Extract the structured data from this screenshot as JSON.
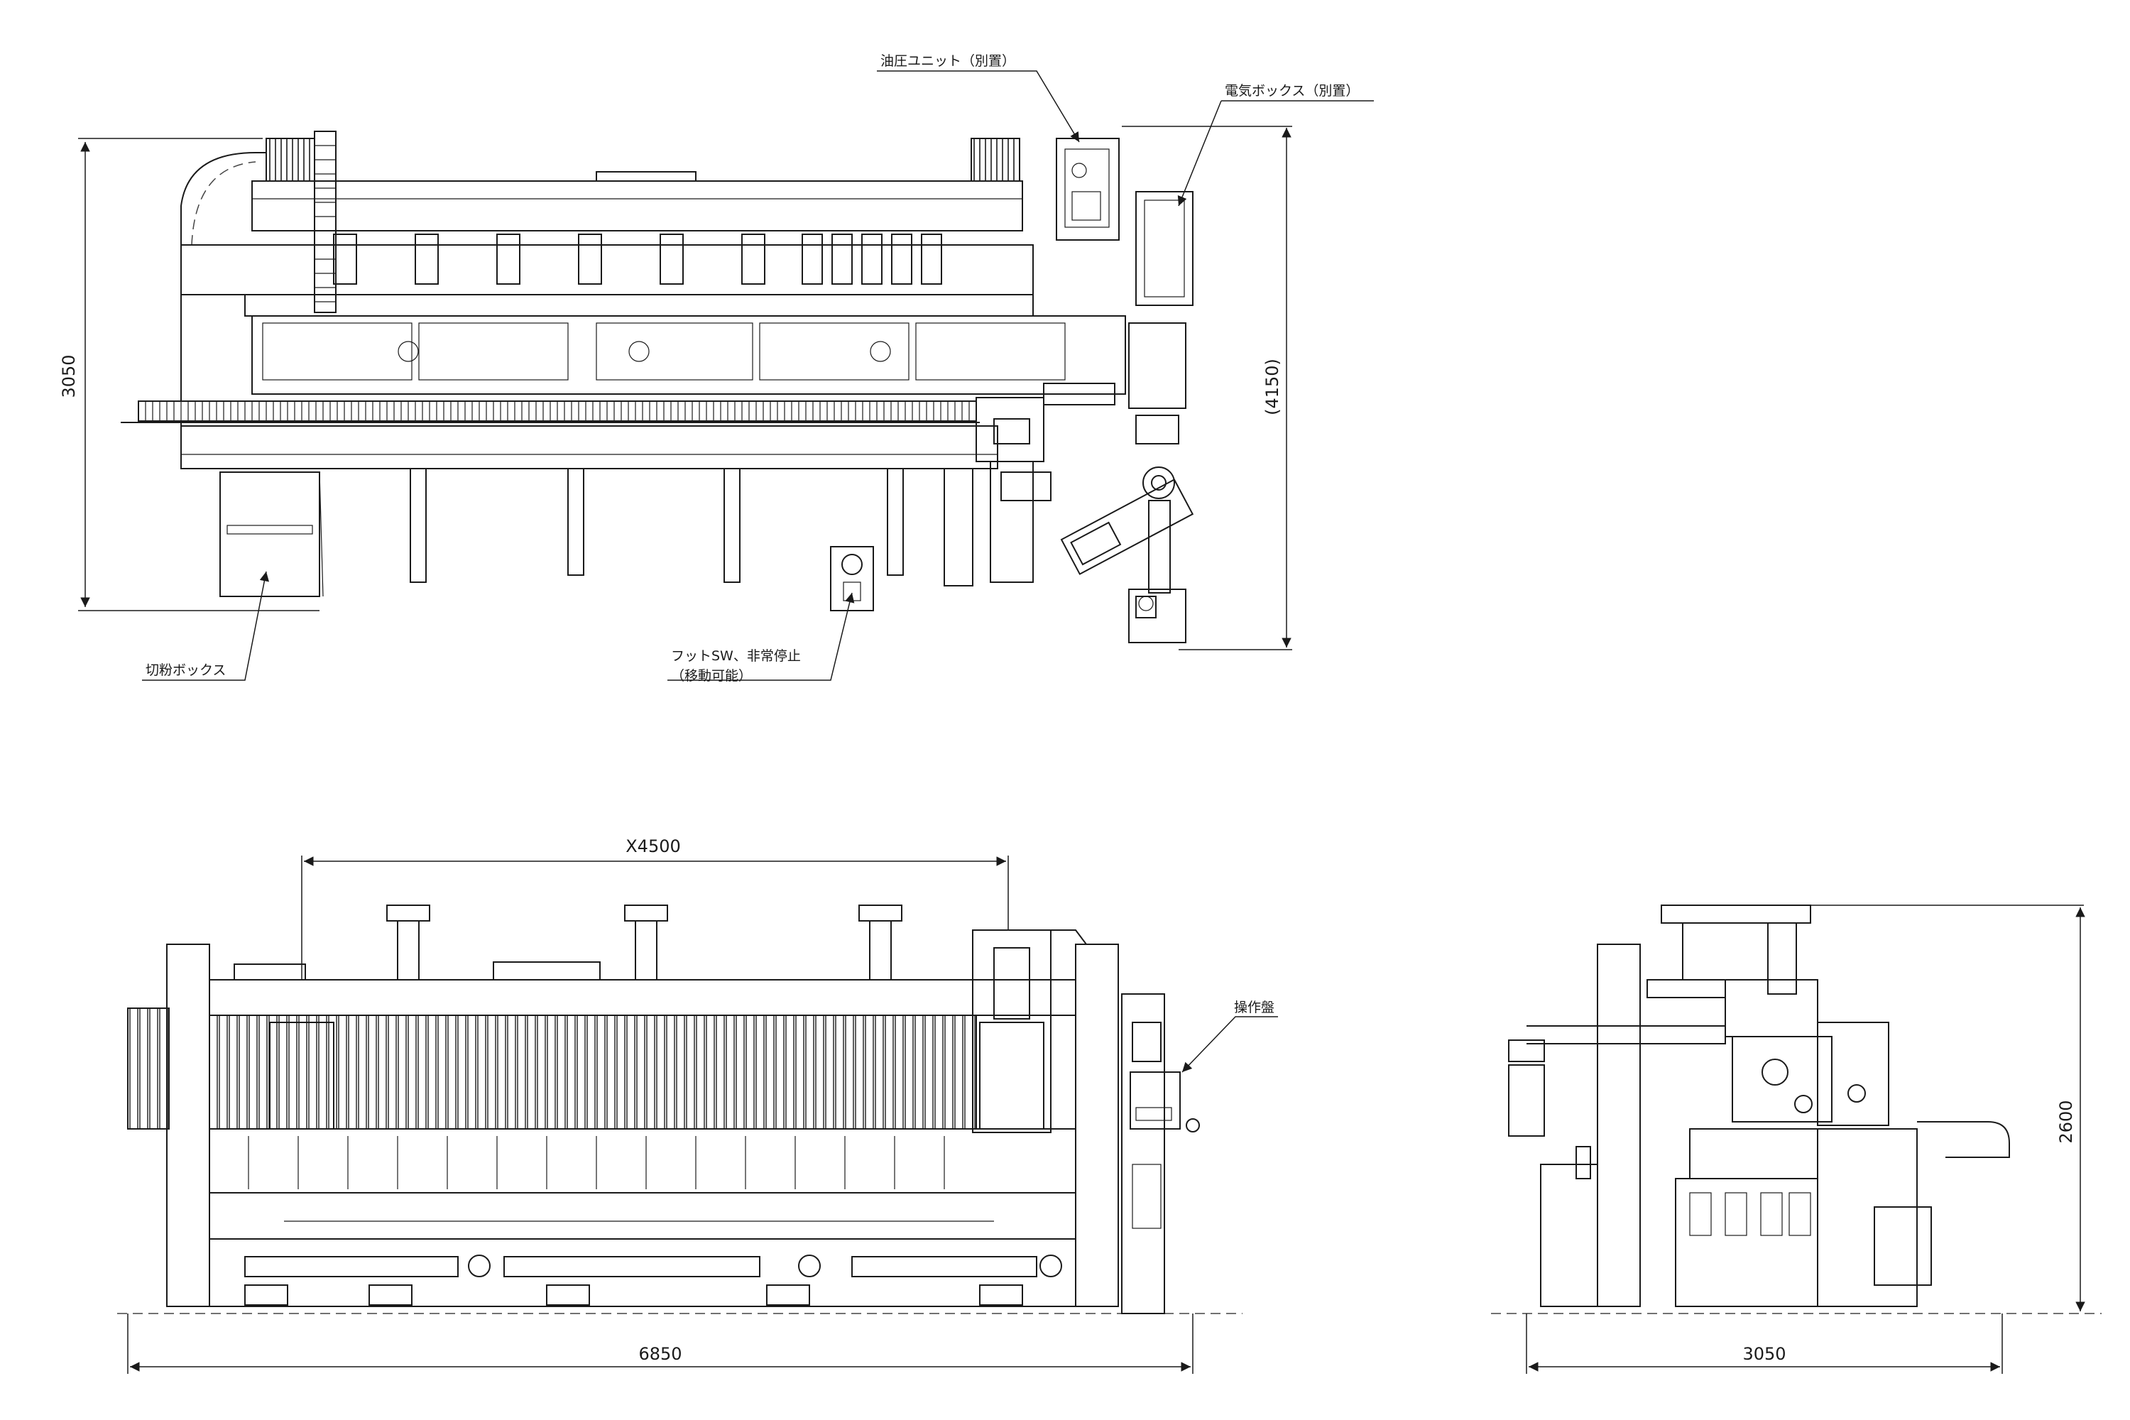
{
  "top_view": {
    "hydraulic_unit_label": "油圧ユニット（別置）",
    "electric_box_label": "電気ボックス（別置）",
    "chip_box_label": "切粉ボックス",
    "foot_switch_label_line1": "フットSW、非常停止",
    "foot_switch_label_line2": "（移動可能）",
    "depth_dim": "3050",
    "overall_depth_dim": "(4150)"
  },
  "front_view": {
    "stroke_dim": "X4500",
    "width_dim": "6850",
    "control_panel_label": "操作盤"
  },
  "side_view": {
    "height_dim": "2600",
    "width_dim": "3050"
  }
}
